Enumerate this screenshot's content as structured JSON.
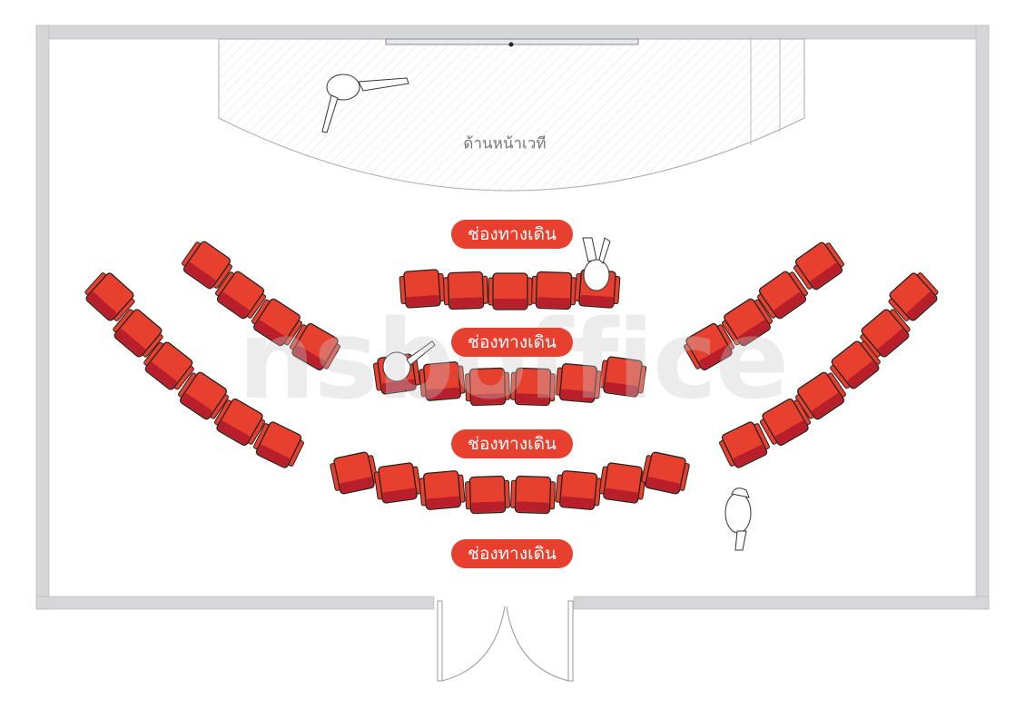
{
  "title": "Seminar room floor plan",
  "stage": {
    "label": "ด้านหน้าเวที"
  },
  "walkways": [
    {
      "label": "ช่องทางเดิน"
    },
    {
      "label": "ช่องทางเดิน"
    },
    {
      "label": "ช่องทางเดิน"
    },
    {
      "label": "ช่องทางเดิน"
    }
  ],
  "watermark": "nsboffice",
  "colors": {
    "seat": "#e8402f",
    "seat_back": "#b81f2a",
    "wall": "#d6d6d8",
    "walkway": "#e8402f"
  }
}
